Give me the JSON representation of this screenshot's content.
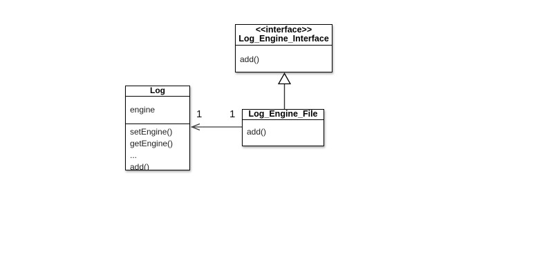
{
  "diagram": {
    "type": "UML class diagram",
    "background": "#ffffff",
    "colors": {
      "box_border": "#000000",
      "box_fill": "#ffffff",
      "title_text": "#000000",
      "member_text": "#1c1c1c",
      "connector": "#2f2f2f",
      "shadow": "rgba(0,0,0,0.35)"
    },
    "classes": {
      "interface": {
        "stereotype": "<<interface>>",
        "name": "Log_Engine_Interface",
        "methods": [
          "add()"
        ]
      },
      "log": {
        "name": "Log",
        "attributes": [
          "engine"
        ],
        "methods": [
          "setEngine()",
          "getEngine()",
          "...",
          "add()"
        ]
      },
      "file": {
        "name": "Log_Engine_File",
        "methods": [
          "add()"
        ]
      }
    },
    "relationships": {
      "realization": {
        "from": "Log_Engine_File",
        "to": "Log_Engine_Interface",
        "arrowhead": "hollow-triangle"
      },
      "association": {
        "from": "Log_Engine_File",
        "to": "Log",
        "arrowhead": "open-arrow",
        "multiplicity_near_log": "1",
        "multiplicity_near_file": "1"
      }
    }
  }
}
